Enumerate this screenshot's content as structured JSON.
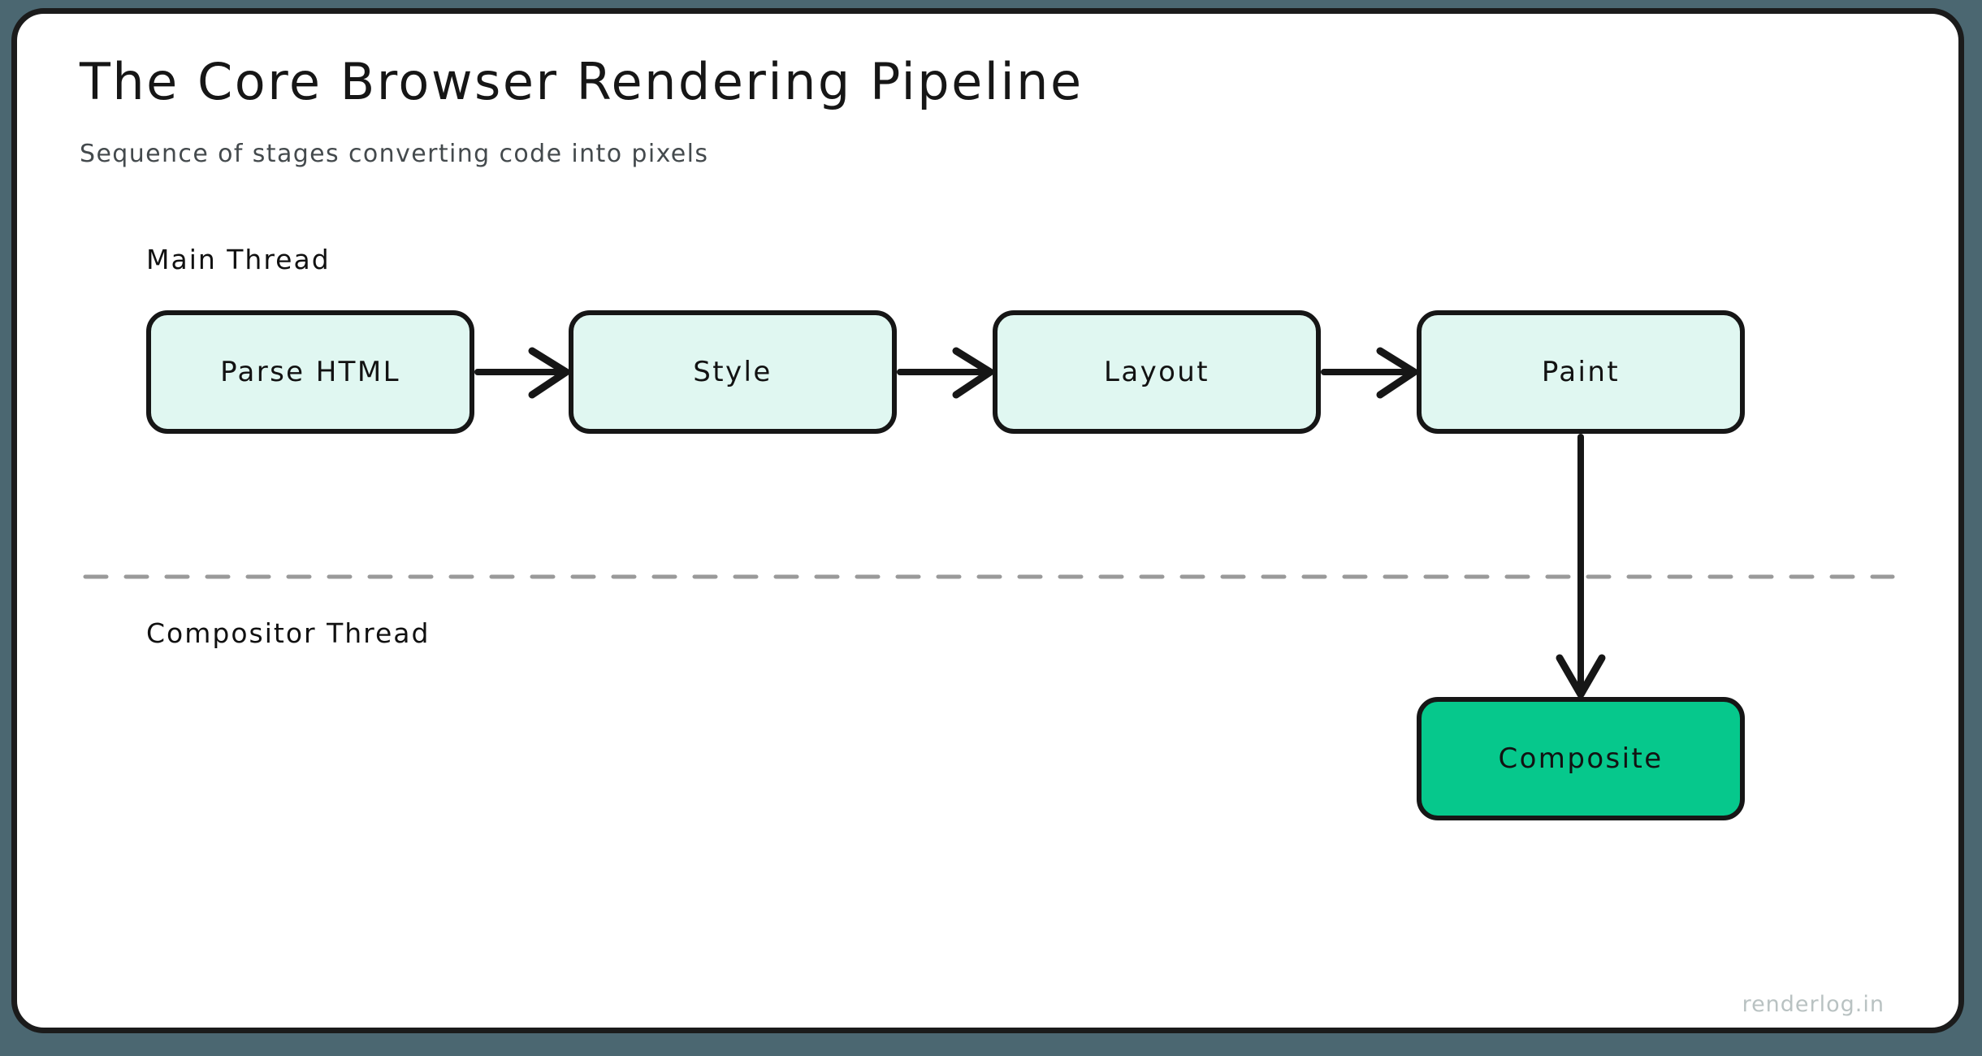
{
  "canvas": {
    "background_color": "#4b6771",
    "card_color": "#ffffff",
    "border_color": "#1b1b1b"
  },
  "header": {
    "title": "The Core Browser Rendering Pipeline",
    "subtitle": "Sequence of stages converting code into pixels"
  },
  "lanes": [
    {
      "label": "Main Thread"
    },
    {
      "label": "Compositor Thread"
    }
  ],
  "divider": {
    "style": "dashed",
    "color": "#9a9a9a"
  },
  "nodes": [
    {
      "label": "Parse HTML",
      "fill": "#e0f7f1",
      "lane": "Main Thread"
    },
    {
      "label": "Style",
      "fill": "#e0f7f1",
      "lane": "Main Thread"
    },
    {
      "label": "Layout",
      "fill": "#e0f7f1",
      "lane": "Main Thread"
    },
    {
      "label": "Paint",
      "fill": "#e0f7f1",
      "lane": "Main Thread"
    },
    {
      "label": "Composite",
      "fill": "#06c88c",
      "lane": "Compositor Thread"
    }
  ],
  "edges": [
    {
      "from": "Parse HTML",
      "to": "Style",
      "direction": "right"
    },
    {
      "from": "Style",
      "to": "Layout",
      "direction": "right"
    },
    {
      "from": "Layout",
      "to": "Paint",
      "direction": "right"
    },
    {
      "from": "Paint",
      "to": "Composite",
      "direction": "down"
    }
  ],
  "watermark": {
    "text": "renderlog.in"
  }
}
